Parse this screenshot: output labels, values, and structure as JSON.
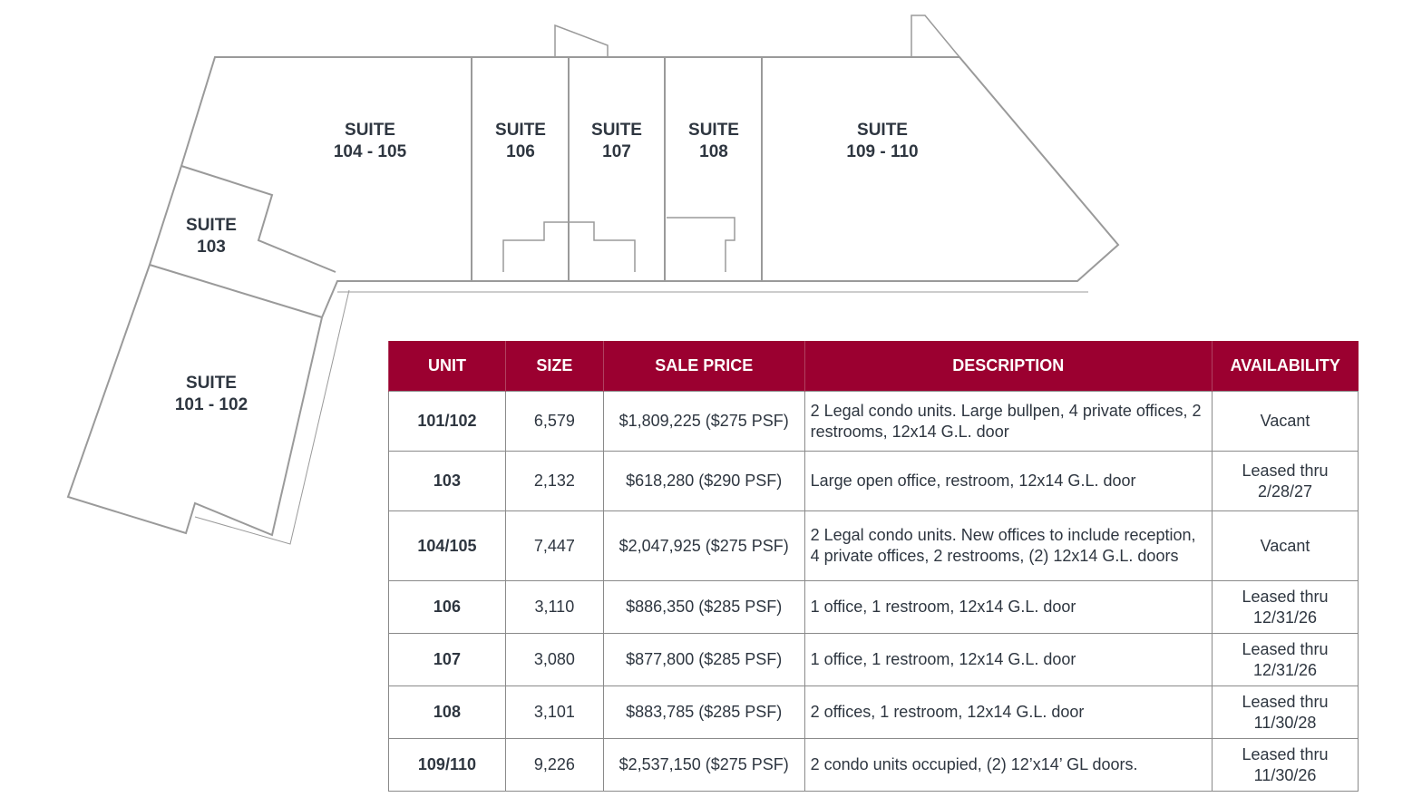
{
  "suites": [
    {
      "line1": "SUITE",
      "line2": "104 - 105"
    },
    {
      "line1": "SUITE",
      "line2": "106"
    },
    {
      "line1": "SUITE",
      "line2": "107"
    },
    {
      "line1": "SUITE",
      "line2": "108"
    },
    {
      "line1": "SUITE",
      "line2": "109 - 110"
    },
    {
      "line1": "SUITE",
      "line2": "103"
    },
    {
      "line1": "SUITE",
      "line2": "101 - 102"
    }
  ],
  "colors": {
    "header": "#9b0030",
    "plan_lines": "#9a9a9a",
    "text": "#2e3640"
  },
  "table": {
    "headers": [
      "UNIT",
      "SIZE",
      "SALE PRICE",
      "DESCRIPTION",
      "AVAILABILITY"
    ],
    "rows": [
      {
        "unit": "101/102",
        "size": "6,579",
        "price": "$1,809,225 ($275 PSF)",
        "description": "2 Legal condo units. Large bullpen, 4 private offices, 2 restrooms, 12x14 G.L. door",
        "availability": "Vacant"
      },
      {
        "unit": "103",
        "size": "2,132",
        "price": "$618,280 ($290 PSF)",
        "description": "Large open office, restroom, 12x14 G.L. door",
        "availability": "Leased thru 2/28/27"
      },
      {
        "unit": "104/105",
        "size": "7,447",
        "price": "$2,047,925 ($275 PSF)",
        "description": "2 Legal condo units. New offices to include reception, 4 private offices, 2 restrooms, (2) 12x14 G.L. doors",
        "availability": "Vacant"
      },
      {
        "unit": "106",
        "size": "3,110",
        "price": "$886,350 ($285 PSF)",
        "description": "1 office, 1 restroom, 12x14 G.L. door",
        "availability": "Leased thru 12/31/26"
      },
      {
        "unit": "107",
        "size": "3,080",
        "price": "$877,800 ($285 PSF)",
        "description": "1 office, 1 restroom, 12x14 G.L. door",
        "availability": "Leased thru 12/31/26"
      },
      {
        "unit": "108",
        "size": "3,101",
        "price": "$883,785 ($285 PSF)",
        "description": "2 offices, 1 restroom, 12x14 G.L. door",
        "availability": "Leased thru 11/30/28"
      },
      {
        "unit": "109/110",
        "size": "9,226",
        "price": "$2,537,150 ($275 PSF)",
        "description": "2 condo units occupied, (2) 12’x14’ GL doors.",
        "availability": "Leased thru 11/30/26"
      }
    ]
  }
}
